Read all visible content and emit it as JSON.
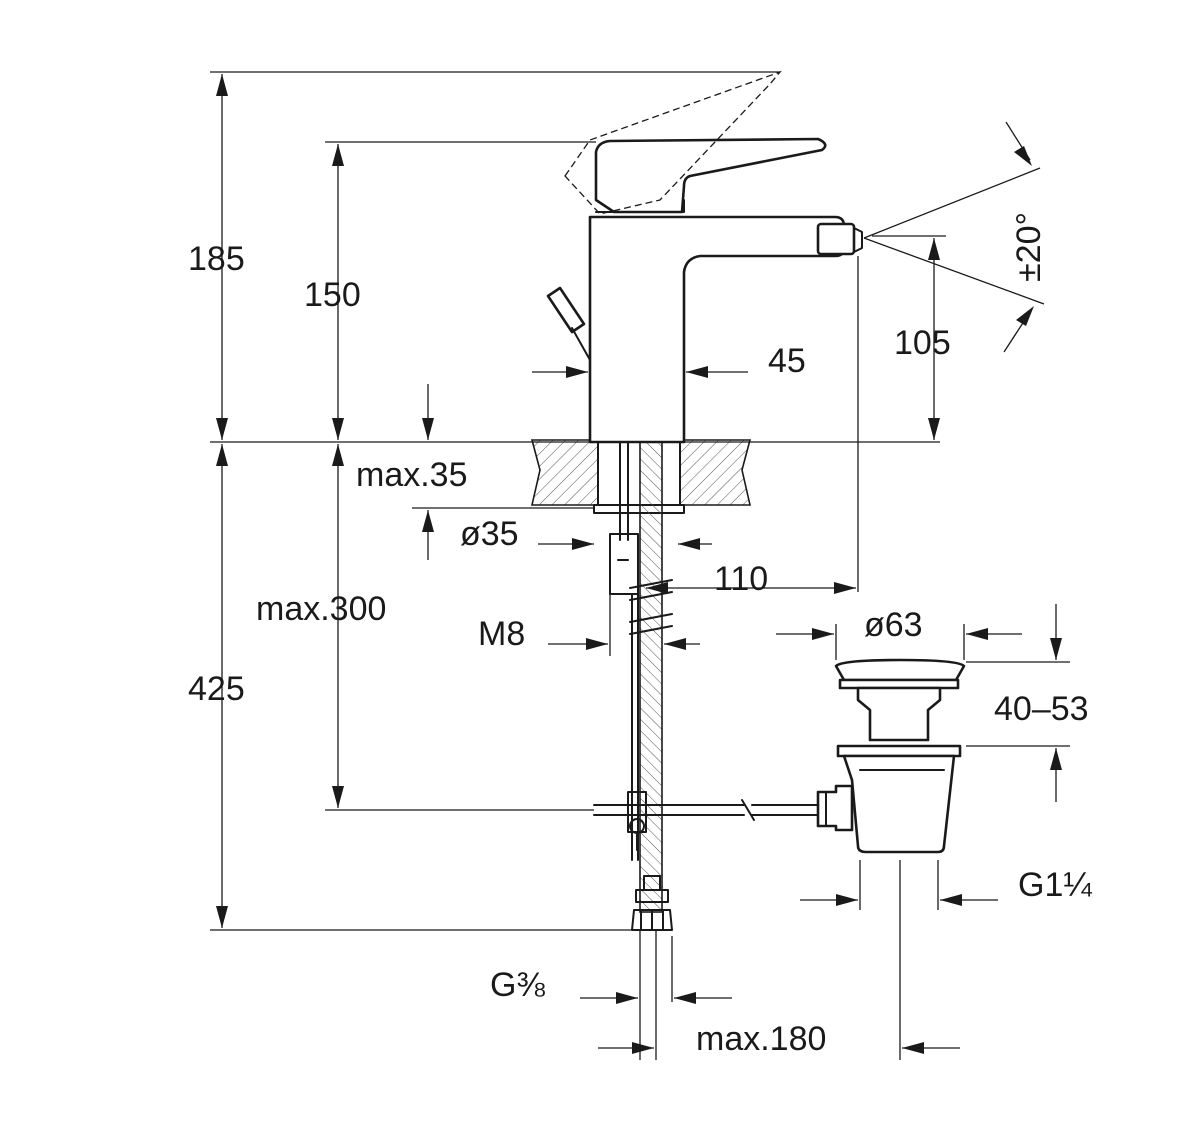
{
  "dimensions": {
    "overall_height": "185",
    "lever_height": "150",
    "spout_height": "105",
    "spout_swivel": "±20°",
    "spout_reach": "45",
    "deck_thickness_max": "max.35",
    "hole_diameter": "ø35",
    "spout_projection": "110",
    "stud_thread": "M8",
    "hose_length_max": "max.300",
    "total_below_deck": "425",
    "waste_diameter": "ø63",
    "waste_range": "40–53",
    "waste_thread": "G1¼",
    "inlet_thread": "G⅜",
    "rod_length_max": "max.180"
  },
  "colors": {
    "line": "#1a1a1a",
    "hatch": "#555555",
    "background": "#ffffff"
  }
}
